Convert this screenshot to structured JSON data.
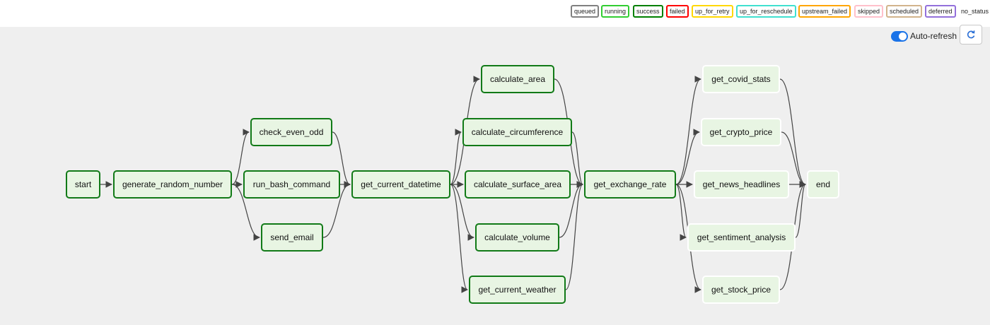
{
  "legend": {
    "states": [
      {
        "label": "queued",
        "color": "#808080"
      },
      {
        "label": "running",
        "color": "#32cd32"
      },
      {
        "label": "success",
        "color": "#008000"
      },
      {
        "label": "failed",
        "color": "#ff0000"
      },
      {
        "label": "up_for_retry",
        "color": "#ffd700"
      },
      {
        "label": "up_for_reschedule",
        "color": "#40e0d0"
      },
      {
        "label": "upstream_failed",
        "color": "#ffa500"
      },
      {
        "label": "skipped",
        "color": "#ffc0cb"
      },
      {
        "label": "scheduled",
        "color": "#d2b48c"
      },
      {
        "label": "deferred",
        "color": "#9370db"
      },
      {
        "label": "no_status",
        "color": "#ffffff"
      }
    ]
  },
  "toolbar": {
    "auto_refresh_label": "Auto-refresh",
    "auto_refresh_on": true,
    "refresh_icon": "refresh-icon"
  },
  "graph": {
    "nodes": [
      {
        "id": "start",
        "label": "start",
        "state": "success"
      },
      {
        "id": "generate_random_number",
        "label": "generate_random_number",
        "state": "success"
      },
      {
        "id": "check_even_odd",
        "label": "check_even_odd",
        "state": "success"
      },
      {
        "id": "run_bash_command",
        "label": "run_bash_command",
        "state": "success"
      },
      {
        "id": "send_email",
        "label": "send_email",
        "state": "success"
      },
      {
        "id": "get_current_datetime",
        "label": "get_current_datetime",
        "state": "success"
      },
      {
        "id": "calculate_area",
        "label": "calculate_area",
        "state": "success"
      },
      {
        "id": "calculate_circumference",
        "label": "calculate_circumference",
        "state": "success"
      },
      {
        "id": "calculate_surface_area",
        "label": "calculate_surface_area",
        "state": "success"
      },
      {
        "id": "calculate_volume",
        "label": "calculate_volume",
        "state": "success"
      },
      {
        "id": "get_current_weather",
        "label": "get_current_weather",
        "state": "success"
      },
      {
        "id": "get_exchange_rate",
        "label": "get_exchange_rate",
        "state": "success"
      },
      {
        "id": "get_covid_stats",
        "label": "get_covid_stats",
        "state": "no_status"
      },
      {
        "id": "get_crypto_price",
        "label": "get_crypto_price",
        "state": "no_status"
      },
      {
        "id": "get_news_headlines",
        "label": "get_news_headlines",
        "state": "no_status"
      },
      {
        "id": "get_sentiment_analysis",
        "label": "get_sentiment_analysis",
        "state": "no_status"
      },
      {
        "id": "get_stock_price",
        "label": "get_stock_price",
        "state": "no_status"
      },
      {
        "id": "end",
        "label": "end",
        "state": "no_status"
      }
    ],
    "edges": [
      [
        "start",
        "generate_random_number"
      ],
      [
        "generate_random_number",
        "check_even_odd"
      ],
      [
        "generate_random_number",
        "run_bash_command"
      ],
      [
        "generate_random_number",
        "send_email"
      ],
      [
        "check_even_odd",
        "get_current_datetime"
      ],
      [
        "run_bash_command",
        "get_current_datetime"
      ],
      [
        "send_email",
        "get_current_datetime"
      ],
      [
        "get_current_datetime",
        "calculate_area"
      ],
      [
        "get_current_datetime",
        "calculate_circumference"
      ],
      [
        "get_current_datetime",
        "calculate_surface_area"
      ],
      [
        "get_current_datetime",
        "calculate_volume"
      ],
      [
        "get_current_datetime",
        "get_current_weather"
      ],
      [
        "calculate_area",
        "get_exchange_rate"
      ],
      [
        "calculate_circumference",
        "get_exchange_rate"
      ],
      [
        "calculate_surface_area",
        "get_exchange_rate"
      ],
      [
        "calculate_volume",
        "get_exchange_rate"
      ],
      [
        "get_current_weather",
        "get_exchange_rate"
      ],
      [
        "get_exchange_rate",
        "get_covid_stats"
      ],
      [
        "get_exchange_rate",
        "get_crypto_price"
      ],
      [
        "get_exchange_rate",
        "get_news_headlines"
      ],
      [
        "get_exchange_rate",
        "get_sentiment_analysis"
      ],
      [
        "get_exchange_rate",
        "get_stock_price"
      ],
      [
        "get_covid_stats",
        "end"
      ],
      [
        "get_crypto_price",
        "end"
      ],
      [
        "get_news_headlines",
        "end"
      ],
      [
        "get_sentiment_analysis",
        "end"
      ],
      [
        "get_stock_price",
        "end"
      ]
    ]
  }
}
